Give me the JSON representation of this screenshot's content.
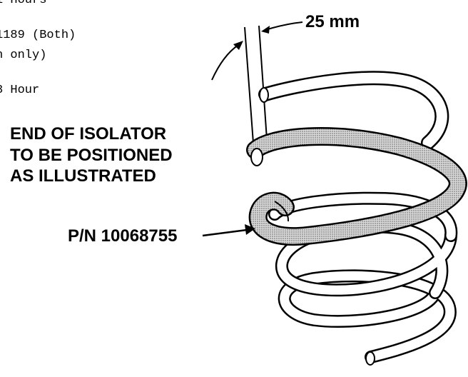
{
  "document_text": {
    "line1": "l Hours",
    "line2": "1189 (Both)",
    "line3": "n only)",
    "line4": "3 Hour"
  },
  "diagram": {
    "dimension_label": "25 mm",
    "isolator_note": [
      "END OF ISOLATOR",
      "TO BE POSITIONED",
      "AS ILLUSTRATED"
    ],
    "part_number_label": "P/N 10068755"
  },
  "colors": {
    "ink": "#000000",
    "paper": "#ffffff",
    "isolator_shade": "#bdbdbd"
  },
  "icons": {
    "arrow": "arrowhead-icon"
  }
}
